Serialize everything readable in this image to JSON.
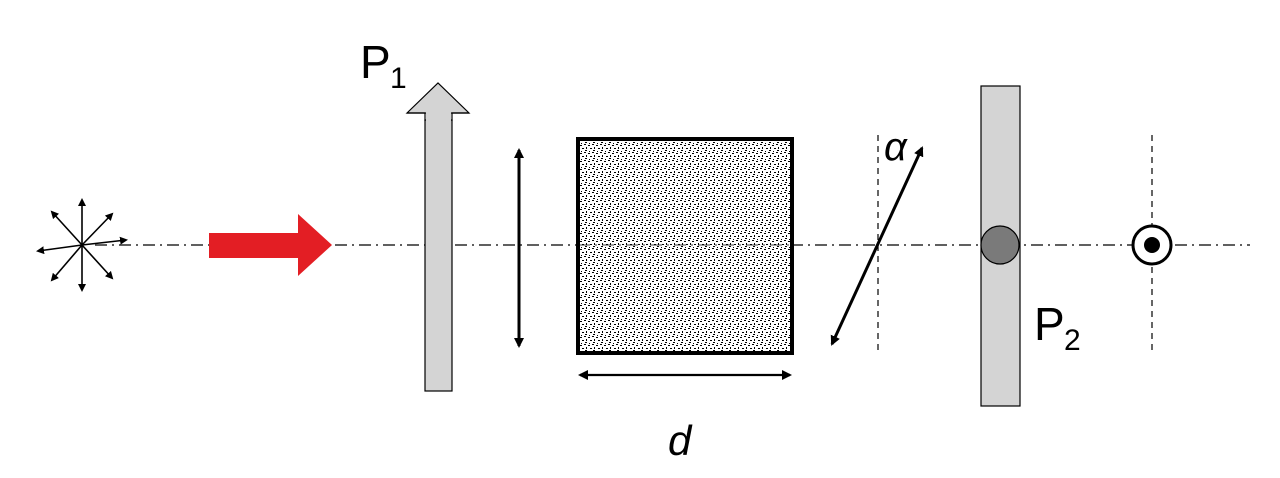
{
  "labels": {
    "polarizer1_main": "P",
    "polarizer1_sub": "1",
    "polarizer2_main": "P",
    "polarizer2_sub": "2",
    "length": "d",
    "angle": "α"
  },
  "colors": {
    "beam_arrow": "#e31e24",
    "polarizer_fill": "#d4d4d4",
    "sample_stipple": "#000000",
    "ray_center": "#7a7a7a"
  },
  "icons": [
    "unpolarized-source-icon",
    "propagation-arrow-icon",
    "out-of-plane-dot-icon"
  ]
}
